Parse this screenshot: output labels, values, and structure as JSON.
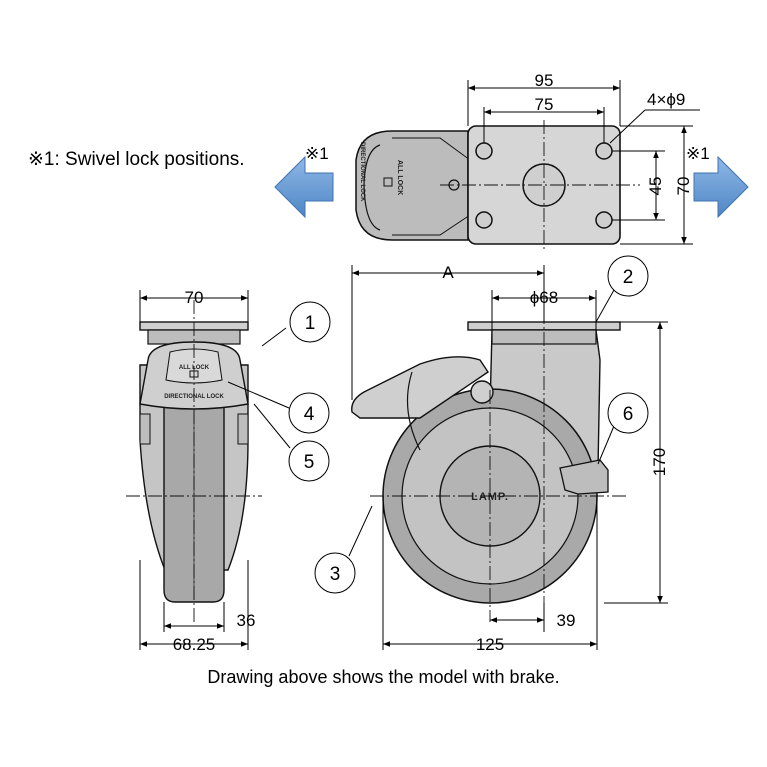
{
  "notes": {
    "swivel_lock": "※1: Swivel lock positions.",
    "caption": "Drawing above shows the model with brake."
  },
  "marks": {
    "left": "※1",
    "right": "※1"
  },
  "top_view": {
    "dims": {
      "w95": "95",
      "w75": "75",
      "holes": "4×ϕ9",
      "h45": "45",
      "h70": "70"
    },
    "lever_labels": {
      "all_lock": "ALL LOCK",
      "directional": "DIRECTIONAL LOCK"
    }
  },
  "front_view": {
    "dims": {
      "w70": "70",
      "d36": "36",
      "d6825": "68.25"
    },
    "lever_labels": {
      "all_lock": "ALL LOCK",
      "directional": "DIRECTIONAL LOCK"
    }
  },
  "side_view": {
    "dims": {
      "a": "A",
      "phi68": "ϕ68",
      "h170": "170",
      "d39": "39",
      "d125": "125"
    },
    "brand": "LAMP."
  },
  "callouts": [
    "1",
    "2",
    "3",
    "4",
    "5",
    "6"
  ],
  "colors": {
    "body": "#d4d4d4",
    "body_dark": "#a9a9a9",
    "outline": "#111111",
    "arrow_blue": "#6a9fd8"
  }
}
